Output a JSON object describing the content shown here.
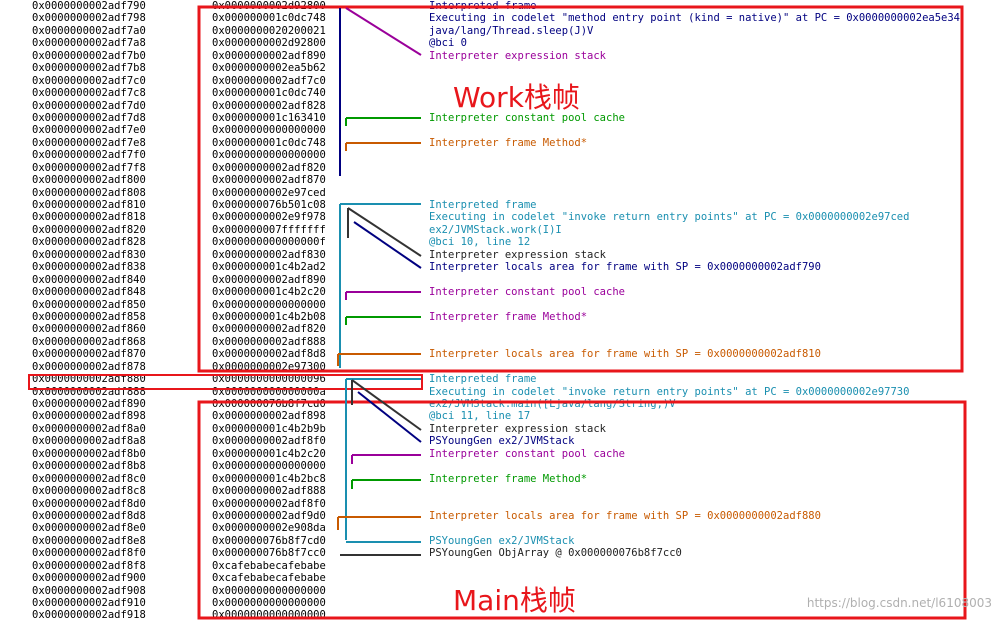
{
  "addresses": [
    "0x0000000002adf790",
    "0x0000000002adf798",
    "0x0000000002adf7a0",
    "0x0000000002adf7a8",
    "0x0000000002adf7b0",
    "0x0000000002adf7b8",
    "0x0000000002adf7c0",
    "0x0000000002adf7c8",
    "0x0000000002adf7d0",
    "0x0000000002adf7d8",
    "0x0000000002adf7e0",
    "0x0000000002adf7e8",
    "0x0000000002adf7f0",
    "0x0000000002adf7f8",
    "0x0000000002adf800",
    "0x0000000002adf808",
    "0x0000000002adf810",
    "0x0000000002adf818",
    "0x0000000002adf820",
    "0x0000000002adf828",
    "0x0000000002adf830",
    "0x0000000002adf838",
    "0x0000000002adf840",
    "0x0000000002adf848",
    "0x0000000002adf850",
    "0x0000000002adf858",
    "0x0000000002adf860",
    "0x0000000002adf868",
    "0x0000000002adf870",
    "0x0000000002adf878",
    "0x0000000002adf880",
    "0x0000000002adf888",
    "0x0000000002adf890",
    "0x0000000002adf898",
    "0x0000000002adf8a0",
    "0x0000000002adf8a8",
    "0x0000000002adf8b0",
    "0x0000000002adf8b8",
    "0x0000000002adf8c0",
    "0x0000000002adf8c8",
    "0x0000000002adf8d0",
    "0x0000000002adf8d8",
    "0x0000000002adf8e0",
    "0x0000000002adf8e8",
    "0x0000000002adf8f0",
    "0x0000000002adf8f8",
    "0x0000000002adf900",
    "0x0000000002adf908",
    "0x0000000002adf910",
    "0x0000000002adf918"
  ],
  "values": [
    "0x0000000002d92800",
    "0x000000001c0dc748",
    "0x0000000020200021",
    "0x0000000002d92800",
    "0x0000000002adf890",
    "0x0000000002ea5b62",
    "0x0000000002adf7c0",
    "0x000000001c0dc740",
    "0x0000000002adf828",
    "0x000000001c163410",
    "0x0000000000000000",
    "0x000000001c0dc748",
    "0x0000000000000000",
    "0x0000000002adf820",
    "0x0000000002adf870",
    "0x0000000002e97ced",
    "0x000000076b501c08",
    "0x0000000002e9f978",
    "0x000000007fffffff",
    "0x000000000000000f",
    "0x0000000002adf830",
    "0x000000001c4b2ad2",
    "0x0000000002adf890",
    "0x000000001c4b2c20",
    "0x0000000000000000",
    "0x000000001c4b2b08",
    "0x0000000002adf820",
    "0x0000000002adf888",
    "0x0000000002adf8d8",
    "0x0000000002e97300",
    "0x0000000000000096",
    "0x000000000000000a",
    "0x000000076b8f7cd0",
    "0x0000000002adf898",
    "0x000000001c4b2b9b",
    "0x0000000002adf8f0",
    "0x000000001c4b2c20",
    "0x0000000000000000",
    "0x000000001c4b2bc8",
    "0x0000000002adf888",
    "0x0000000002adf8f0",
    "0x0000000002adf9d0",
    "0x0000000002e908da",
    "0x000000076b8f7cd0",
    "0x000000076b8f7cc0",
    "0xcafebabecafebabe",
    "0xcafebabecafebabe",
    "0x0000000000000000",
    "0x0000000000000000",
    "0x0000000000000000"
  ],
  "annotations": [
    {
      "text": "Interpreted frame",
      "cls": "c-navy"
    },
    {
      "text": "Executing in codelet \"method entry point (kind = native)\" at PC = 0x0000000002ea5e34",
      "cls": "c-navy"
    },
    {
      "text": "java/lang/Thread.sleep(J)V",
      "cls": "c-navy"
    },
    {
      "text": "@bci 0",
      "cls": "c-navy"
    },
    {
      "text": "Interpreter expression stack",
      "cls": "c-purple"
    },
    {
      "text": "",
      "cls": ""
    },
    {
      "text": "",
      "cls": ""
    },
    {
      "text": "",
      "cls": ""
    },
    {
      "text": "",
      "cls": ""
    },
    {
      "text": "Interpreter constant pool cache",
      "cls": "c-green"
    },
    {
      "text": "",
      "cls": ""
    },
    {
      "text": "Interpreter frame Method*",
      "cls": "c-orange"
    },
    {
      "text": "",
      "cls": ""
    },
    {
      "text": "",
      "cls": ""
    },
    {
      "text": "",
      "cls": ""
    },
    {
      "text": "",
      "cls": ""
    },
    {
      "text": "Interpreted frame",
      "cls": "c-teal"
    },
    {
      "text": "Executing in codelet \"invoke return entry points\" at PC = 0x0000000002e97ced",
      "cls": "c-teal"
    },
    {
      "text": "ex2/JVMStack.work(I)I",
      "cls": "c-teal"
    },
    {
      "text": "@bci 10, line 12",
      "cls": "c-teal"
    },
    {
      "text": "Interpreter expression stack",
      "cls": "c-black"
    },
    {
      "text": "Interpreter locals area for frame with SP = 0x0000000002adf790",
      "cls": "c-navy"
    },
    {
      "text": "",
      "cls": ""
    },
    {
      "text": "Interpreter constant pool cache",
      "cls": "c-purple"
    },
    {
      "text": "",
      "cls": ""
    },
    {
      "text": "Interpreter frame Method*",
      "cls": "c-purple"
    },
    {
      "text": "",
      "cls": ""
    },
    {
      "text": "",
      "cls": ""
    },
    {
      "text": "Interpreter locals area for frame with SP = 0x0000000002adf810",
      "cls": "c-orange"
    },
    {
      "text": "",
      "cls": ""
    },
    {
      "text": "Interpreted frame",
      "cls": "c-teal"
    },
    {
      "text": "Executing in codelet \"invoke return entry points\" at PC = 0x0000000002e97730",
      "cls": "c-teal"
    },
    {
      "text": "ex2/JVMStack.main([Ljava/lang/String;)V",
      "cls": "c-teal"
    },
    {
      "text": "@bci 11, line 17",
      "cls": "c-teal"
    },
    {
      "text": "Interpreter expression stack",
      "cls": "c-black"
    },
    {
      "text": "PSYoungGen ex2/JVMStack",
      "cls": "c-navy"
    },
    {
      "text": "Interpreter constant pool cache",
      "cls": "c-purple"
    },
    {
      "text": "",
      "cls": ""
    },
    {
      "text": "Interpreter frame Method*",
      "cls": "c-green"
    },
    {
      "text": "",
      "cls": ""
    },
    {
      "text": "",
      "cls": ""
    },
    {
      "text": "Interpreter locals area for frame with SP = 0x0000000002adf880",
      "cls": "c-orange"
    },
    {
      "text": "",
      "cls": ""
    },
    {
      "text": "PSYoungGen ex2/JVMStack",
      "cls": "c-teal"
    },
    {
      "text": "PSYoungGen ObjArray @ 0x000000076b8f7cc0",
      "cls": "c-black"
    },
    {
      "text": "",
      "cls": ""
    },
    {
      "text": "",
      "cls": ""
    },
    {
      "text": "",
      "cls": ""
    },
    {
      "text": "",
      "cls": ""
    },
    {
      "text": "",
      "cls": ""
    }
  ],
  "labels": {
    "work_frame": "Work栈帧",
    "main_frame": "Main栈帧",
    "watermark": "https://blog.csdn.net/l6108003"
  },
  "colors": {
    "highlight_red": "#e8161b"
  }
}
